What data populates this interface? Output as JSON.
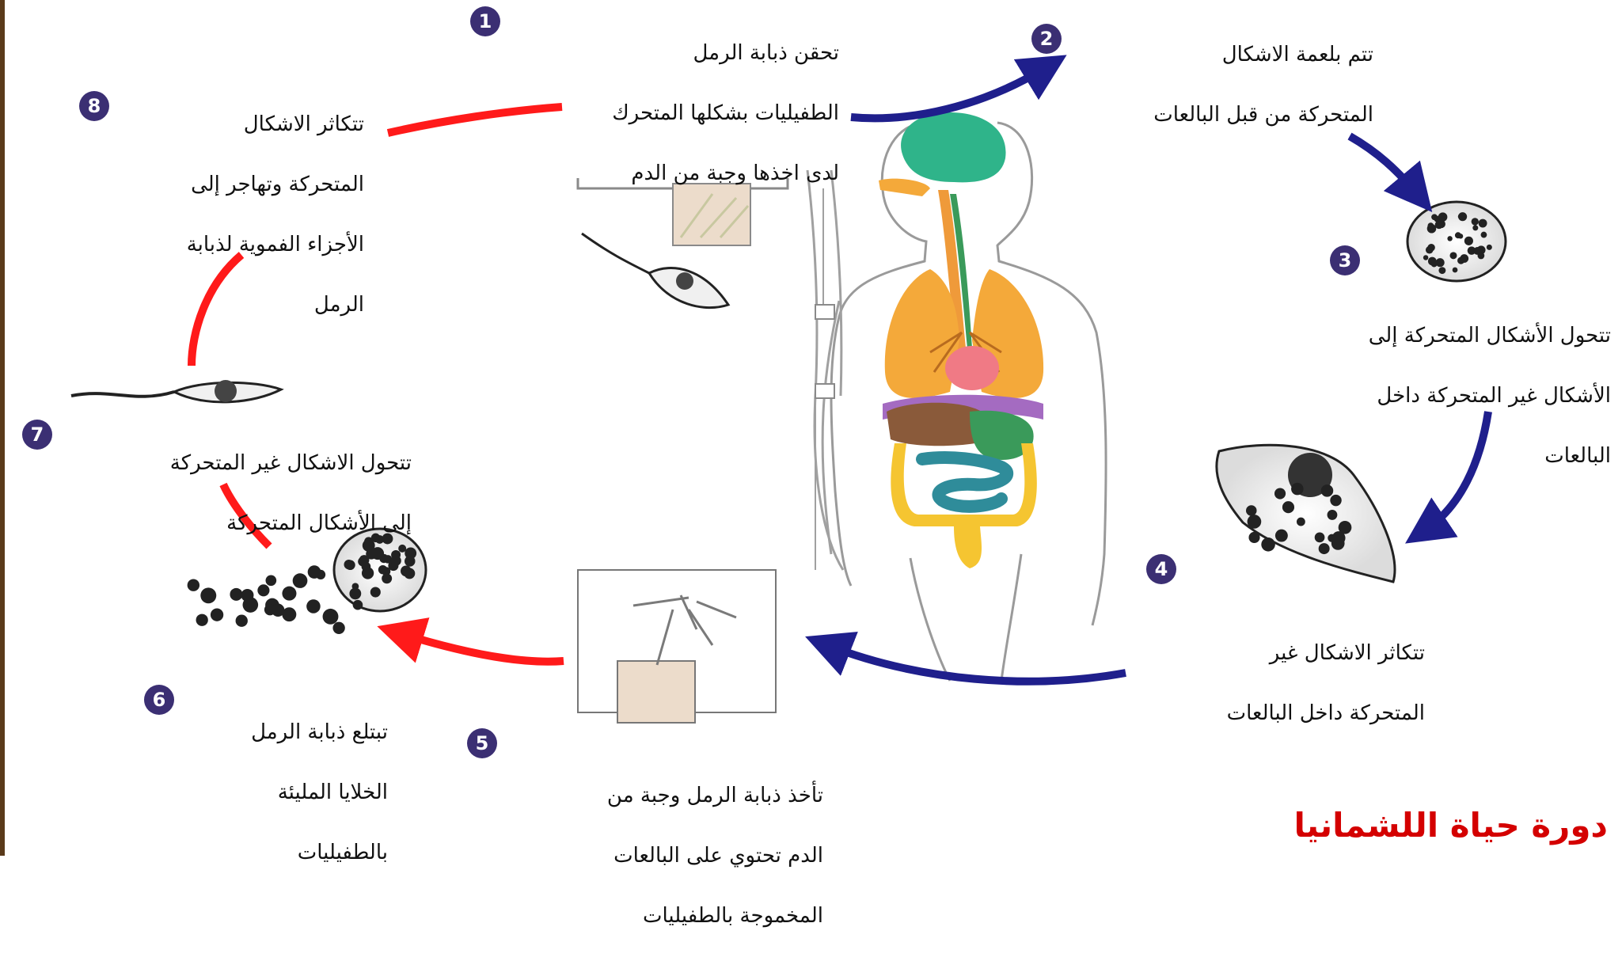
{
  "colors": {
    "badge": "#3b2f73",
    "arrow_blue": "#1f1f8c",
    "arrow_red": "#ff1a1a",
    "caption": "#d40000",
    "left_strip": "#5a3a1a"
  },
  "steps": [
    {
      "number": "1",
      "lines": [
        "تحقن ذبابة الرمل",
        "الطفيليات بشكلها المتحرك",
        "لدى اخذها وجبة من الدم"
      ]
    },
    {
      "number": "2",
      "lines": [
        "تتم بلعمة الاشكال",
        "المتحركة من قبل البالعات"
      ]
    },
    {
      "number": "3",
      "lines": [
        "تتحول الأشكال المتحركة إلى",
        "الأشكال غير المتحركة داخل",
        "البالعات"
      ]
    },
    {
      "number": "4",
      "lines": [
        "تتكاثر الاشكال غير",
        "المتحركة داخل البالعات"
      ]
    },
    {
      "number": "5",
      "lines": [
        "تأخذ ذبابة الرمل وجبة من",
        "الدم تحتوي على البالعات",
        "المخموجة بالطفيليات"
      ]
    },
    {
      "number": "6",
      "lines": [
        "تبتلع ذبابة الرمل",
        "الخلايا المليئة",
        "بالطفيليات"
      ]
    },
    {
      "number": "7",
      "lines": [
        "تتحول الاشكال غير المتحركة",
        "إلى الأشكال المتحركة"
      ]
    },
    {
      "number": "8",
      "lines": [
        "تتكاثر الاشكال",
        "المتحركة وتهاجر إلى",
        "الأجزاء الفموية لذبابة",
        "الرمل"
      ]
    }
  ],
  "caption": "دورة حياة اللشمانيا"
}
